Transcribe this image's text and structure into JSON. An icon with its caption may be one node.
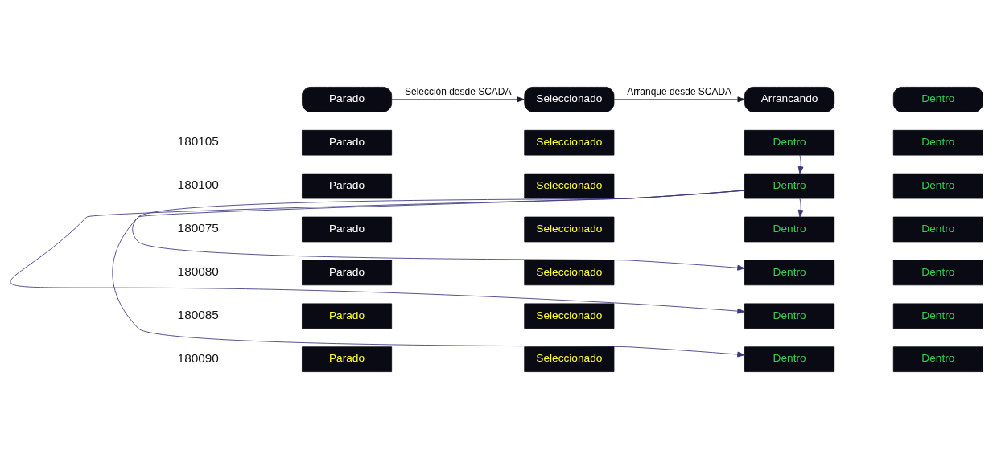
{
  "diagram": {
    "nodes": [
      {
        "text": [
          "Parado"
        ]
      },
      {
        "text": [
          "Seleccionado"
        ]
      },
      {
        "text": [
          "Arrancando"
        ]
      },
      {
        "text": [
          "Dentro"
        ]
      },
      {
        "text": [
          "Parado"
        ]
      },
      {
        "text": [
          "Seleccionado"
        ]
      },
      {
        "text": [
          "Dentro"
        ]
      },
      {
        "text": [
          "Dentro"
        ]
      },
      {
        "text": [
          "Parado"
        ]
      },
      {
        "text": [
          "Seleccionado"
        ]
      },
      {
        "text": [
          "Dentro"
        ]
      },
      {
        "text": [
          "Dentro"
        ]
      },
      {
        "text": [
          "Parado"
        ]
      },
      {
        "text": [
          "Seleccionado"
        ]
      },
      {
        "text": [
          "Dentro"
        ]
      },
      {
        "text": [
          "Dentro"
        ]
      },
      {
        "text": [
          "Parado"
        ]
      },
      {
        "text": [
          "Seleccionado"
        ]
      },
      {
        "text": [
          "Dentro"
        ]
      },
      {
        "text": [
          "Dentro"
        ]
      },
      {
        "text": [
          "Parado"
        ]
      },
      {
        "text": [
          "Seleccionado"
        ]
      },
      {
        "text": [
          "Dentro"
        ]
      },
      {
        "text": [
          "Dentro"
        ]
      },
      {
        "text": [
          "Parado"
        ]
      },
      {
        "text": [
          "Seleccionado"
        ]
      },
      {
        "text": [
          "Dentro"
        ]
      },
      {
        "text": [
          "Dentro"
        ]
      }
    ],
    "edges": [
      {
        "from": 0,
        "to": 1,
        "arrow": "to",
        "label": "Selección desde SCADA",
        "color": "#1a1a2e"
      },
      {
        "from": 1,
        "to": 2,
        "arrow": "to",
        "label": "Arranque desde SCADA",
        "color": "#1a1a2e"
      },
      {
        "from": 6,
        "to": 10,
        "arrow": "to"
      },
      {
        "from": 10,
        "to": 14,
        "arrow": "to"
      },
      {
        "from": 10,
        "to": 18,
        "arrow": "to"
      },
      {
        "from": 10,
        "to": 22,
        "arrow": "to"
      },
      {
        "from": 10,
        "to": 26,
        "arrow": "to"
      }
    ],
    "labels": [
      "180105",
      "180100",
      "180075",
      "180080",
      "180085",
      "180090"
    ]
  }
}
